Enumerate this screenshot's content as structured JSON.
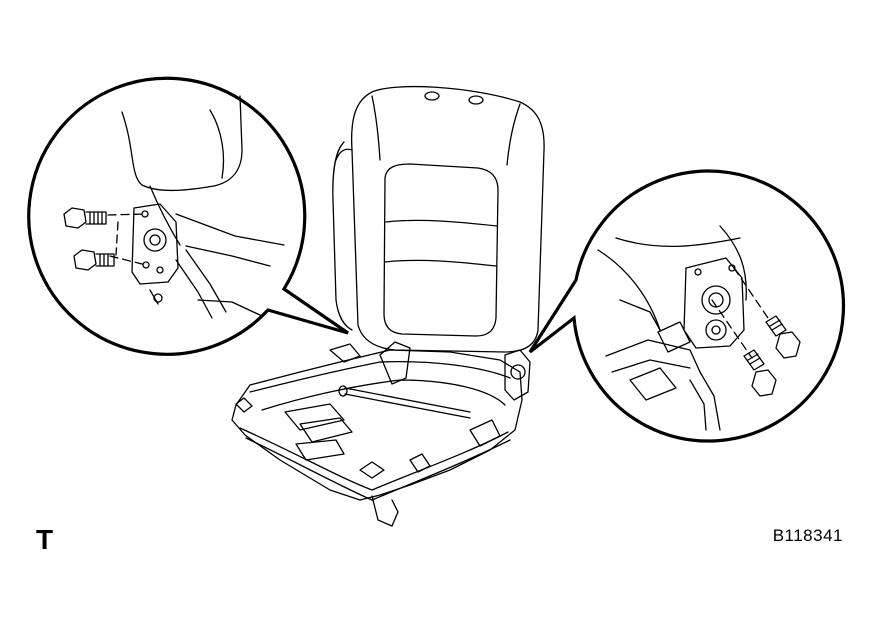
{
  "diagram": {
    "corner_label": "T",
    "figure_id": "B118341",
    "icons": [
      "seat-assembly",
      "left-detail-callout",
      "right-detail-callout",
      "bolt-icon"
    ]
  }
}
